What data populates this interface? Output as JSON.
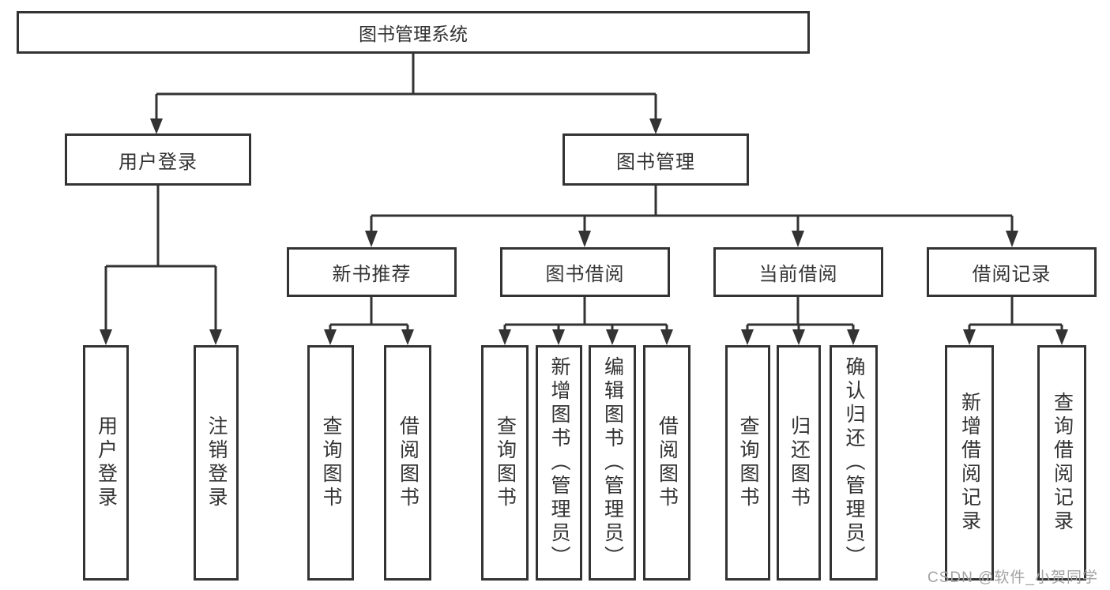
{
  "tree": {
    "root": {
      "label": "图书管理系统"
    },
    "branches": [
      {
        "label": "用户登录",
        "leaves": [
          "用户登录",
          "注销登录"
        ]
      },
      {
        "label": "图书管理",
        "groups": [
          {
            "label": "新书推荐",
            "leaves": [
              "查询图书",
              "借阅图书"
            ]
          },
          {
            "label": "图书借阅",
            "leaves": [
              "查询图书",
              "新增图书（管理员）",
              "编辑图书（管理员）",
              "借阅图书"
            ]
          },
          {
            "label": "当前借阅",
            "leaves": [
              "查询图书",
              "归还图书",
              "确认归还（管理员）"
            ]
          },
          {
            "label": "借阅记录",
            "leaves": [
              "新增借阅记录",
              "查询借阅记录"
            ]
          }
        ]
      }
    ]
  },
  "colors": {
    "line": "#333333",
    "box_border": "#333333",
    "box_fill": "#ffffff",
    "watermark": "#a3a3a3"
  },
  "watermark": "CSDN @软件_小贺同学"
}
